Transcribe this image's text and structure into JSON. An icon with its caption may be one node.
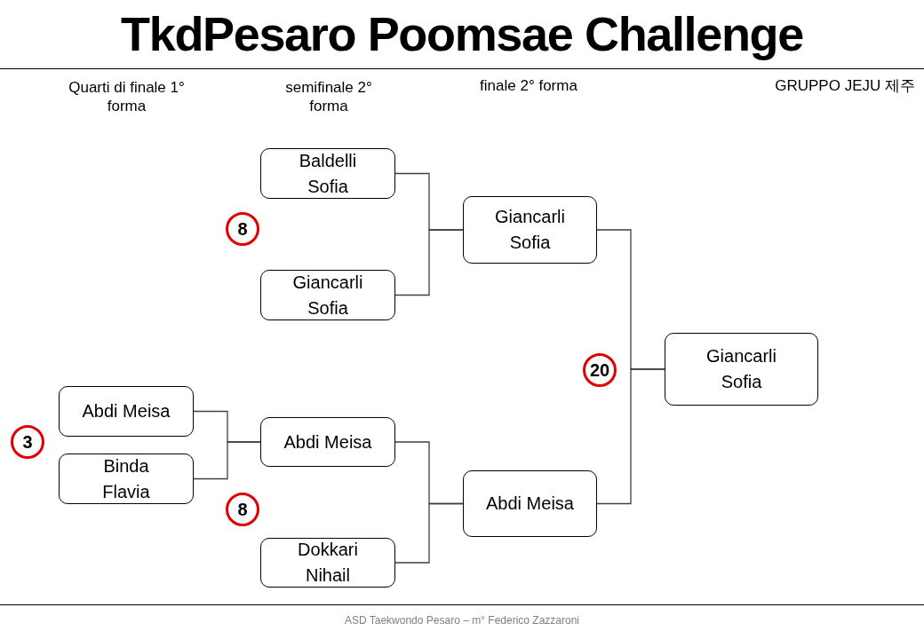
{
  "diagram": {
    "title": "TkdPesaro Poomsae Challenge",
    "caption": "ASD Taekwondo Pesaro – m° Federico Zazzaroni",
    "nodes": [
      {
        "text": [
          "Baldelli Sofia"
        ]
      },
      {
        "text": [
          "Giancarli Sofia"
        ]
      },
      {
        "text": [
          "Giancarli Sofia"
        ]
      },
      {
        "text": [
          "Abdi Meisa"
        ]
      },
      {
        "text": [
          "Binda Flavia"
        ]
      },
      {
        "text": [
          "Abdi Meisa"
        ]
      },
      {
        "text": [
          "Dokkari Nihail"
        ]
      },
      {
        "text": [
          "Abdi Meisa"
        ]
      },
      {
        "text": [
          "Giancarli Sofia"
        ]
      },
      {
        "text": [
          "8"
        ]
      },
      {
        "text": [
          "3"
        ]
      },
      {
        "text": [
          "8"
        ]
      },
      {
        "text": [
          "20"
        ]
      }
    ],
    "edges": [
      {
        "from": 0,
        "to": 2,
        "arrow": "none"
      },
      {
        "from": 1,
        "to": 2,
        "arrow": "none"
      },
      {
        "from": 3,
        "to": 5,
        "arrow": "none"
      },
      {
        "from": 4,
        "to": 5,
        "arrow": "none"
      },
      {
        "from": 5,
        "to": 7,
        "arrow": "none"
      },
      {
        "from": 6,
        "to": 7,
        "arrow": "none"
      },
      {
        "from": 2,
        "to": 8,
        "arrow": "none"
      },
      {
        "from": 7,
        "to": 8,
        "arrow": "none"
      }
    ],
    "labels": [
      "Quarti di finale 1° forma",
      "semifinale 2° forma",
      "finale 2° forma",
      "GRUPPO JEJU 제주"
    ]
  }
}
